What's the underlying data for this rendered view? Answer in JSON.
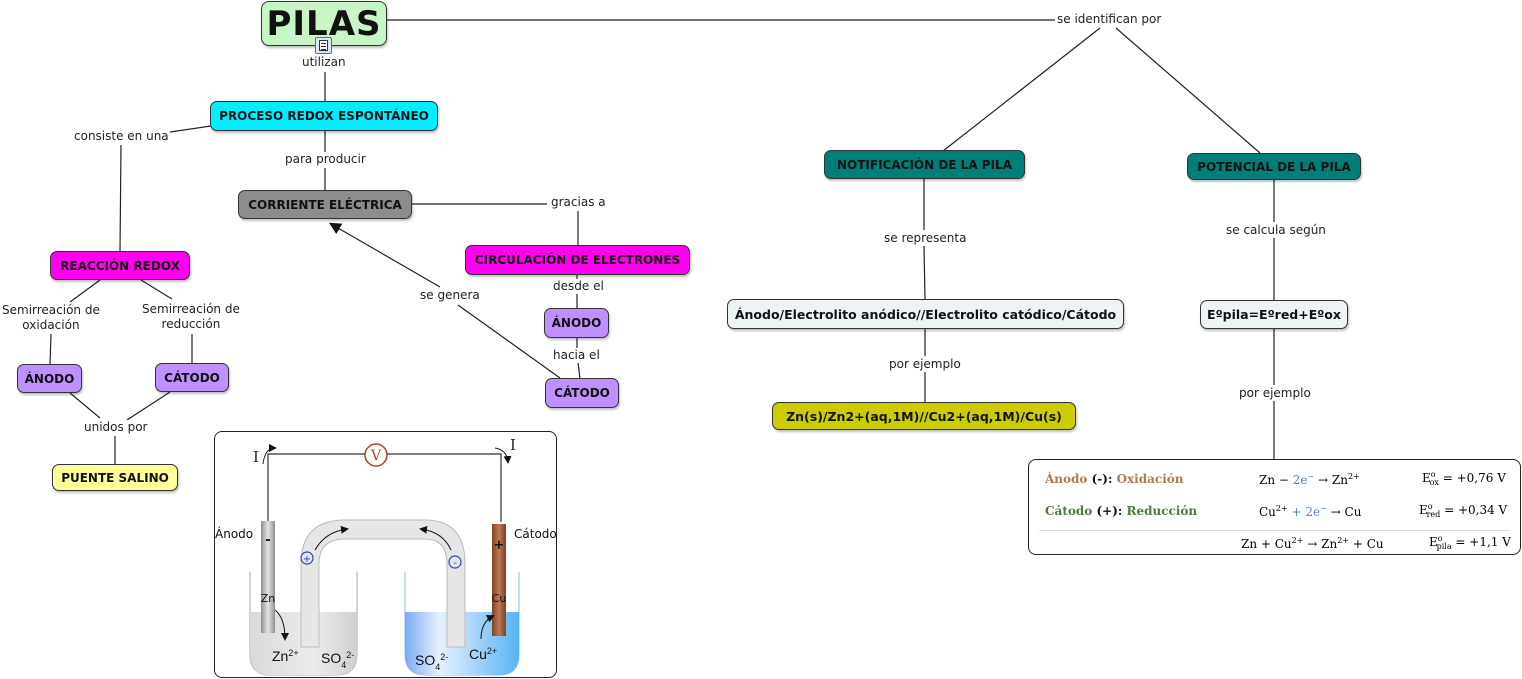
{
  "map": {
    "title": "PILAS",
    "colors": {
      "title_bg": "#c7f5c5",
      "cyan": "#00eeff",
      "gray": "#8c8c8c",
      "magenta": "#ff00ee",
      "lavender": "#bf90ff",
      "yellow_light": "#ffff99",
      "teal": "#007f7a",
      "pale": "#eef4f6",
      "olive": "#cccc00",
      "line": "#222222"
    },
    "nodes": {
      "proceso": "PROCESO REDOX ESPONTÁNEO",
      "corriente": "CORRIENTE ELÉCTRICA",
      "reaccion": "REACCIÓN REDOX",
      "anodo_left": "ÁNODO",
      "catodo_left": "CÁTODO",
      "puente": "PUENTE SALINO",
      "circulacion": "CIRCULACIÓN DE ELECTRONES",
      "anodo_mid": "ÁNODO",
      "catodo_mid": "CÁTODO",
      "notificacion": "NOTIFICACIÓN DE LA PILA",
      "potencial": "POTENCIAL DE LA PILA",
      "notacion_general": "Ánodo/Electrolito anódico//Electrolito catódico/Cátodo",
      "notacion_ejemplo": "Zn(s)/Zn2+(aq,1M)//Cu2+(aq,1M)/Cu(s)",
      "formula": "Eºpila=Eºred+Eºox"
    },
    "links": {
      "utilizan": "utilizan",
      "consiste": "consiste en una",
      "para_producir": "para producir",
      "gracias_a": "gracias a",
      "se_genera": "se genera",
      "desde_el": "desde el",
      "hacia_el": "hacia el",
      "semi_ox_1": "Semirreación de",
      "semi_ox_2": "oxidación",
      "semi_red_1": "Semirreación de",
      "semi_red_2": "reducción",
      "unidos_por": "unidos por",
      "se_identifican": "se identifican por",
      "se_representa": "se representa",
      "por_ejemplo_1": "por ejemplo",
      "se_calcula": "se calcula según",
      "por_ejemplo_2": "por ejemplo"
    }
  },
  "cell_image": {
    "current_left": "I",
    "current_right": "I",
    "voltmeter": "V",
    "anode_label": "Ánodo",
    "cathode_label": "Cátodo",
    "anode_sign": "-",
    "cathode_sign": "+",
    "bridge_left_sign": "+",
    "bridge_right_sign": "-",
    "zn_metal": "Zn",
    "cu_metal": "Cu",
    "zn_ion": "Zn",
    "zn_ion_charge": "2+",
    "cu_ion": "Cu",
    "cu_ion_charge": "2+",
    "sulfate_left": "SO",
    "sulfate_right": "SO",
    "sulfate_sub": "4",
    "sulfate_charge": "2-"
  },
  "equations": {
    "anode_label": "Ánodo",
    "anode_sign": "(-):",
    "anode_process": "Oxidación",
    "anode_reaction_a": "Zn − ",
    "anode_reaction_e": "2e",
    "anode_reaction_b": " → Zn",
    "anode_reaction_charge": "2+",
    "anode_potential_sub": "ox",
    "anode_potential_val": " = +0,76 V",
    "cathode_label": "Cátodo",
    "cathode_sign": "(+):",
    "cathode_process": "Reducción",
    "cathode_reaction_a": "Cu",
    "cathode_reaction_charge": "2+",
    "cathode_reaction_e": " + 2e",
    "cathode_reaction_b": " → Cu",
    "cathode_potential_sub": "red",
    "cathode_potential_val": " = +0,34 V",
    "global_reaction": "Zn + Cu",
    "global_charge1": "2+",
    "global_mid": " → Zn",
    "global_charge2": "2+",
    "global_end": " + Cu",
    "global_potential_sub": "pila",
    "global_potential_val": " = +1,1 V",
    "E": "E",
    "deg": "o",
    "colors": {
      "anode": "#b07a55",
      "cathode": "#4f7a3a",
      "electron": "#5a86b5"
    }
  }
}
